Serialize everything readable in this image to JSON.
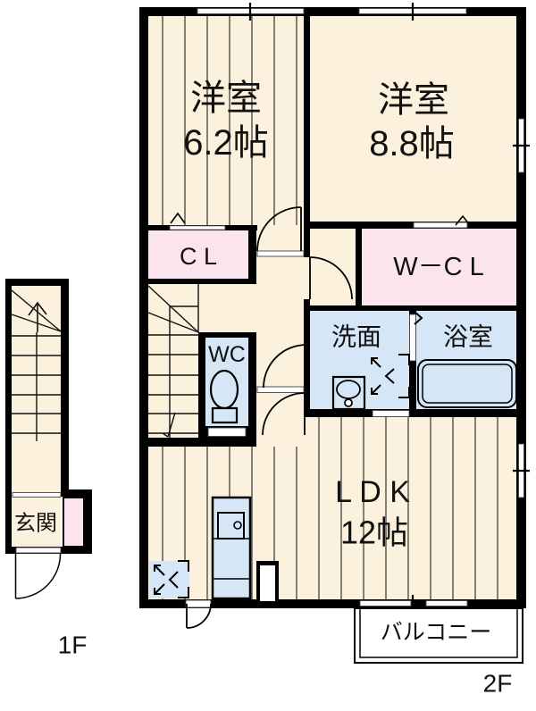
{
  "floor_labels": {
    "first_floor": "1F",
    "second_floor": "2F"
  },
  "rooms": {
    "western_room_1": {
      "name": "洋室",
      "size": "6.2帖"
    },
    "western_room_2": {
      "name": "洋室",
      "size": "8.8帖"
    },
    "closet": {
      "name": "C L"
    },
    "walk_in_closet": {
      "name": "W－C L"
    },
    "toilet": {
      "name": "WC"
    },
    "washroom": {
      "name": "洗面"
    },
    "bathroom": {
      "name": "浴室"
    },
    "ldk": {
      "name": "L D K",
      "size": "12帖"
    },
    "balcony": {
      "name": "バルコニー"
    },
    "entrance": {
      "name": "玄関"
    }
  },
  "colors": {
    "background": "#FFFFFF",
    "floor": "#FBF1DC",
    "closet_pink": "#FCE4EE",
    "wet_area_blue": "#D5E7F6",
    "wall": "#000000",
    "board_line": "#222222"
  }
}
